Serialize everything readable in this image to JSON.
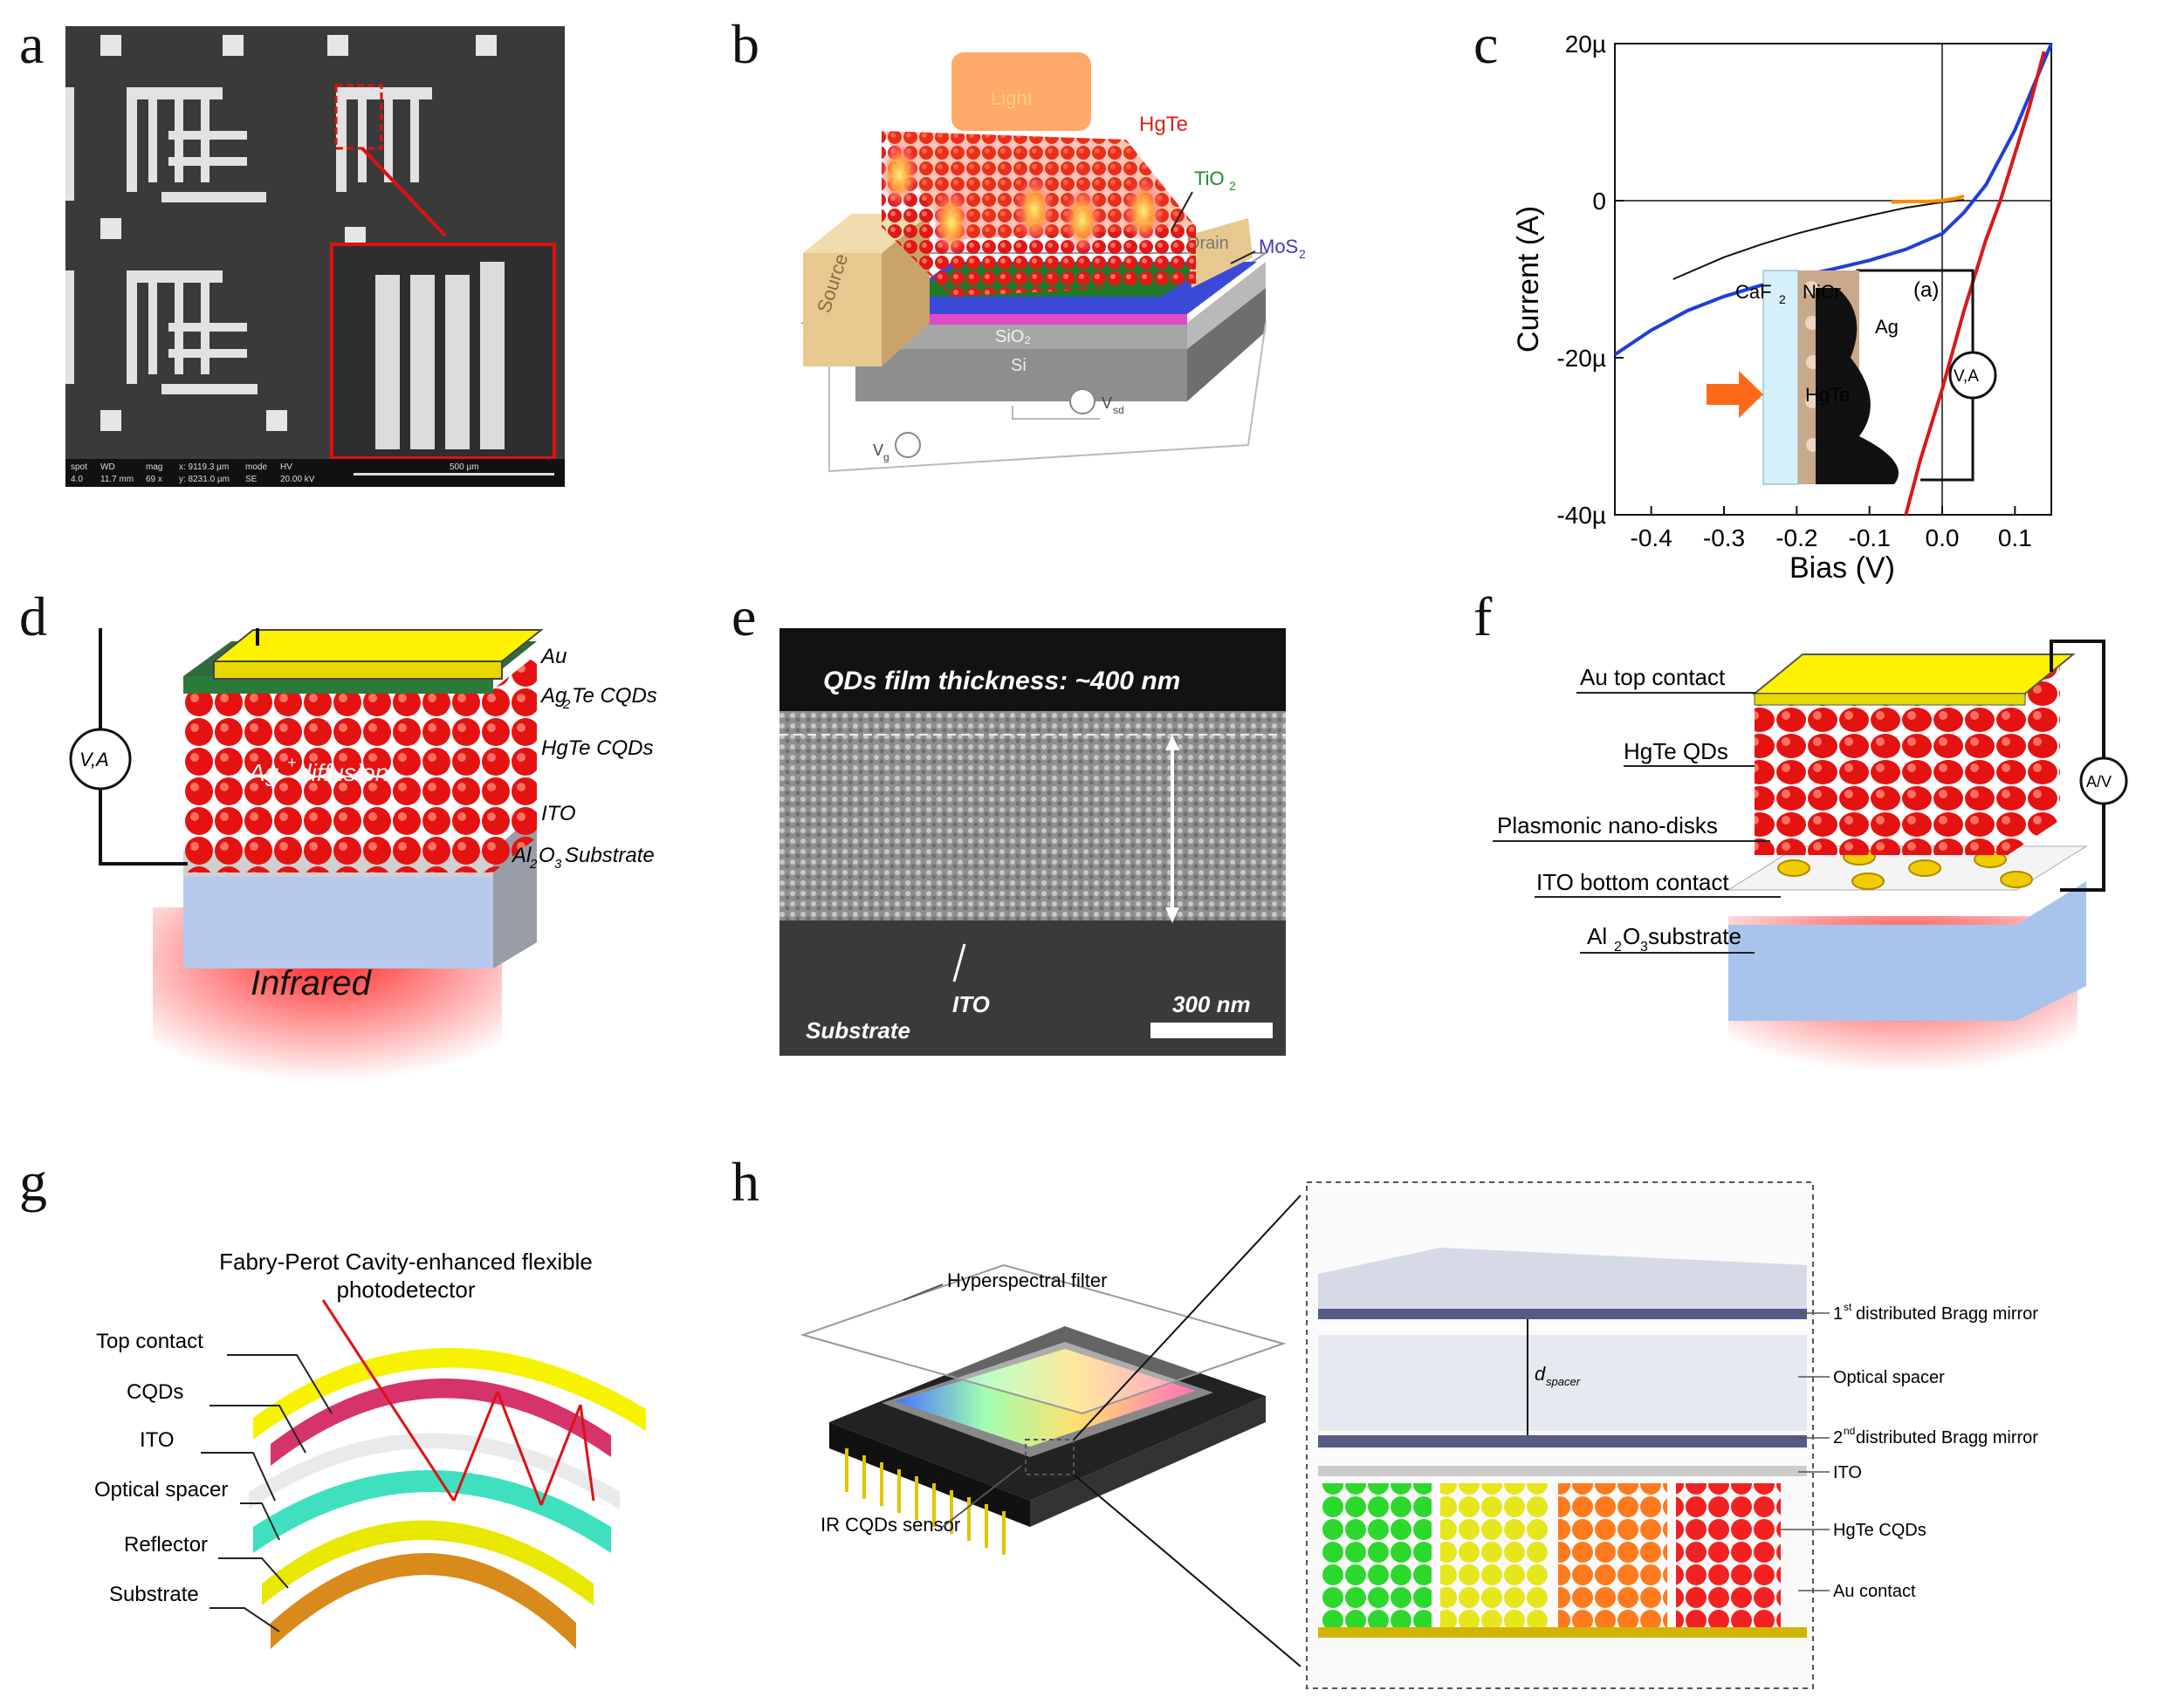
{
  "panels": {
    "a": {
      "letter": "a",
      "sem_footer": {
        "r1": [
          "spot",
          "WD",
          "mag",
          "x: 9119.3 µm",
          "mode",
          "HV"
        ],
        "r2": [
          "4.0",
          "11.7 mm",
          "69 x",
          "y: 8231.0 µm",
          "SE",
          "20.00 kV"
        ],
        "scale": "500 µm"
      }
    },
    "b": {
      "letter": "b",
      "labels": {
        "light": "Light",
        "hgte": "HgTe",
        "tio2": "TiO",
        "drain": "Drain",
        "mos2": "MoS",
        "source": "Source",
        "sio2": "SiO₂",
        "si": "Si",
        "vg": "V",
        "vsd": "V"
      }
    },
    "c": {
      "letter": "c",
      "xlabel": "Bias (V)",
      "ylabel": "Current (A)",
      "inset": {
        "caf2": "CaF",
        "nicr": "NiCr",
        "ag": "Ag",
        "hgte": "HgTe",
        "tag": "(a)",
        "meter": "V,A"
      }
    },
    "d": {
      "letter": "d",
      "labels": {
        "au": "Au",
        "ag2te": "Ag",
        "ag2te_b": "Te CQDs",
        "hgte": "HgTe CQDs",
        "ito": "ITO",
        "al2o3": "Al",
        "al2o3_b": "O",
        "al2o3_c": "Substrate",
        "diffusion": "Ag",
        "diffusion_b": " diffusion",
        "meter": "V,A",
        "infrared": "Infrared"
      }
    },
    "e": {
      "letter": "e",
      "labels": {
        "thickness": "QDs film thickness: ~400 nm",
        "ito": "ITO",
        "substrate": "Substrate",
        "scale": "300 nm"
      }
    },
    "f": {
      "letter": "f",
      "labels": {
        "au": "Au top contact",
        "hgte": "HgTe QDs",
        "plasmonic": "Plasmonic nano-disks",
        "ito": "ITO bottom contact",
        "al2o3": "Al",
        "al2o3_b": "O",
        "al2o3_c": " substrate",
        "meter": "A/V"
      }
    },
    "g": {
      "letter": "g",
      "title1": "Fabry-Perot Cavity-enhanced flexible",
      "title2": "photodetector",
      "layers": [
        "Top contact",
        "CQDs",
        "ITO",
        "Optical spacer",
        "Reflector",
        "Substrate"
      ]
    },
    "h": {
      "letter": "h",
      "labels": {
        "filter": "Hyperspectral filter",
        "sensor": "IR CQDs sensor",
        "bragg1": "1",
        "bragg1_sup": "st",
        "bragg1_b": " distributed Bragg mirror",
        "spacer": "Optical spacer",
        "bragg2": "2",
        "bragg2_sup": "nd",
        "bragg2_b": " distributed Bragg mirror",
        "ito": "ITO",
        "hgte": "HgTe CQDs",
        "au": "Au contact",
        "dspacer": "d",
        "dspacer_sub": "spacer"
      }
    }
  },
  "chart_data": {
    "type": "line",
    "title": "",
    "xlabel": "Bias (V)",
    "ylabel": "Current (A)",
    "xlim": [
      -0.45,
      0.15
    ],
    "ylim": [
      -40,
      20
    ],
    "y_unit": "µA",
    "x_ticks": [
      "-0.4",
      "-0.3",
      "-0.2",
      "-0.1",
      "0.0",
      "0.1"
    ],
    "y_ticks": [
      "-40µ",
      "-20µ",
      "0",
      "20µ"
    ],
    "series": [
      {
        "color": "#1f3fd6",
        "x": [
          -0.45,
          -0.4,
          -0.35,
          -0.3,
          -0.25,
          -0.2,
          -0.15,
          -0.1,
          -0.05,
          0.0,
          0.03,
          0.06,
          0.1,
          0.15
        ],
        "y": [
          -19.6,
          -16.5,
          -14.0,
          -12.2,
          -10.8,
          -9.7,
          -8.7,
          -7.6,
          -6.2,
          -4.2,
          -1.5,
          2.0,
          9.0,
          20.0
        ]
      },
      {
        "color": "#111111",
        "x": [
          -0.37,
          -0.3,
          -0.25,
          -0.2,
          -0.15,
          -0.1,
          -0.05,
          0.0,
          0.03
        ],
        "y": [
          -10.0,
          -7.2,
          -5.6,
          -4.2,
          -3.0,
          -1.9,
          -0.9,
          -0.2,
          0.1
        ]
      },
      {
        "color": "#ff8a00",
        "x": [
          -0.07,
          -0.05,
          -0.02,
          0.0,
          0.02,
          0.03
        ],
        "y": [
          -0.2,
          -0.1,
          -0.1,
          0.0,
          0.3,
          0.6
        ]
      },
      {
        "color": "#d8191c",
        "x": [
          -0.05,
          -0.03,
          0.0,
          0.03,
          0.06,
          0.08,
          0.1,
          0.12,
          0.14
        ],
        "y": [
          -40.0,
          -33.0,
          -24.0,
          -14.0,
          -5.0,
          0.0,
          6.0,
          12.0,
          19.0
        ]
      }
    ]
  }
}
